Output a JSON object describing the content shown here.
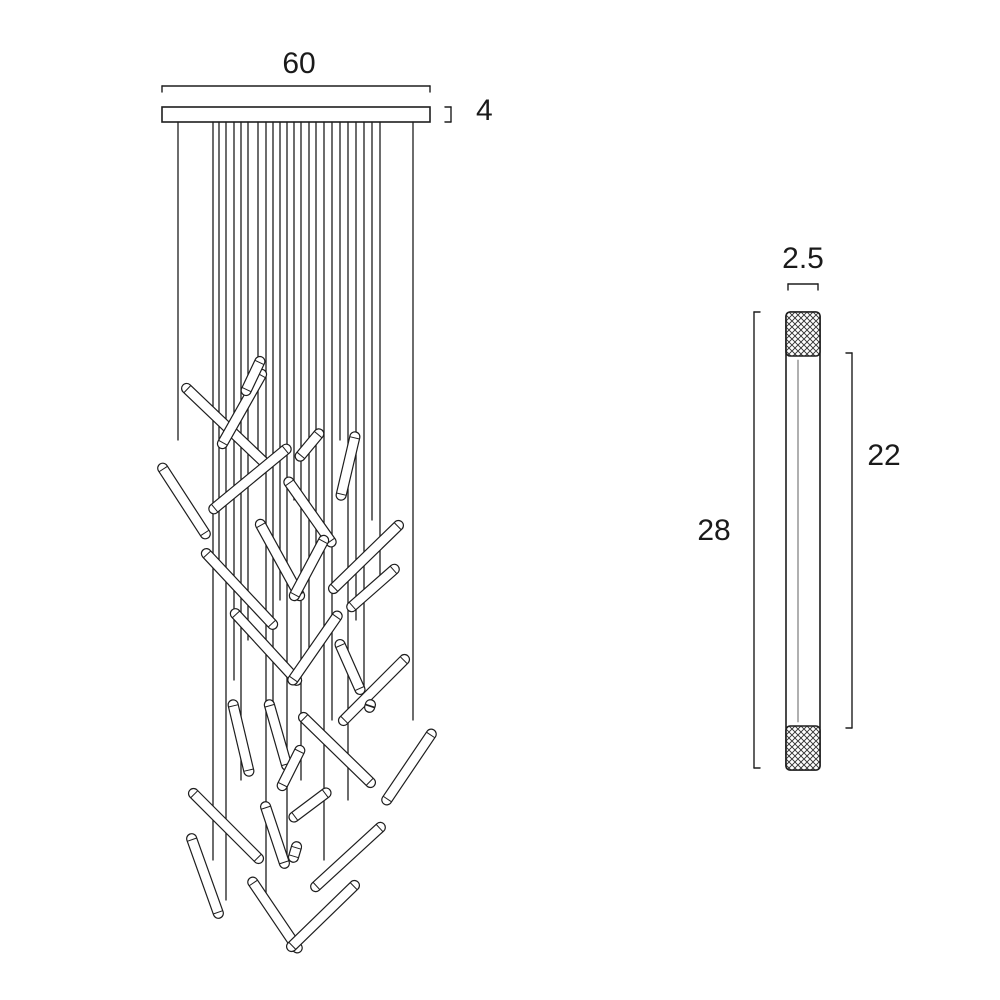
{
  "dimensions": {
    "canopy_width": "60",
    "canopy_height": "4",
    "rod_diameter": "2.5",
    "rod_length": "28",
    "rod_light_length": "22"
  },
  "colors": {
    "line": "#1e1e1e",
    "background": "#ffffff"
  }
}
